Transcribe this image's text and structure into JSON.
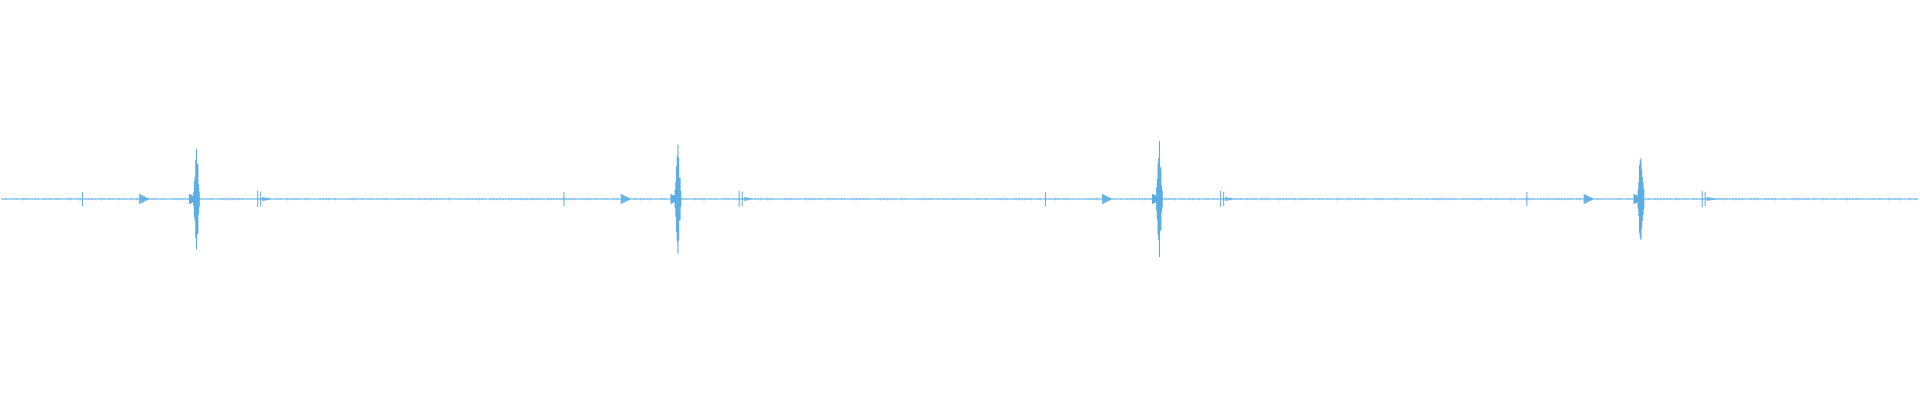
{
  "waveform": {
    "color": "#5aaee3",
    "amplitude": {
      "baseline_noise": 0.012,
      "burst_count": 4,
      "burst_pattern": [
        {
          "offset": 0.0,
          "level": 0.07,
          "kind": "tick"
        },
        {
          "offset": 0.033,
          "level": 0.05,
          "kind": "triangle"
        },
        {
          "offset": 0.059,
          "level": 0.05,
          "kind": "triangle"
        },
        {
          "offset": 0.0595,
          "level": 0.6,
          "kind": "spike"
        },
        {
          "offset": 0.0925,
          "level": 0.08,
          "kind": "double-tick"
        }
      ],
      "period": 0.2513,
      "start": 0.042
    }
  }
}
